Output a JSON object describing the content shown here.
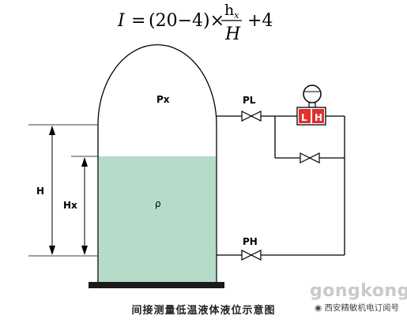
{
  "formula": {
    "lhs": "I",
    "eq": "=",
    "expr": "(20−4)×",
    "num": "h",
    "num_sub": "x",
    "den": "H",
    "tail": "+4"
  },
  "labels": {
    "px": "Px",
    "rho": "ρ",
    "pl": "PL",
    "ph": "PH",
    "H": "H",
    "Hx": "Hx",
    "L": "L",
    "Hbox": "H"
  },
  "caption": "间接测量低温液体液位示意图",
  "watermark": {
    "brand": "gongkong",
    "account": "西安精敏机电订阅号"
  },
  "colors": {
    "liquid": "#b4dcc8",
    "line": "#000000",
    "boxRed": "#e03030",
    "base": "#1a1a1a"
  }
}
